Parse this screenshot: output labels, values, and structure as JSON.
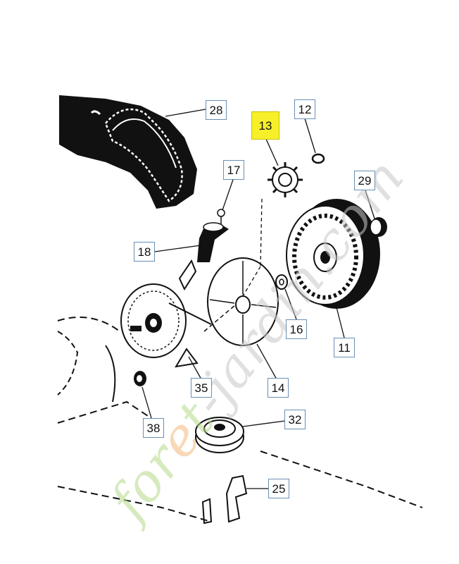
{
  "watermark": {
    "text_green_1": "for",
    "text_orange": "e",
    "text_green_2": "t",
    "text_gray": "-jardin.com",
    "colors": {
      "green": "#b6d98a",
      "orange": "#f3b97e",
      "gray": "#c7c7c7"
    }
  },
  "callouts": {
    "c28": "28",
    "c13": "13",
    "c12": "12",
    "c17": "17",
    "c29": "29",
    "c18": "18",
    "c16": "16",
    "c11": "11",
    "c35": "35",
    "c14": "14",
    "c38": "38",
    "c32": "32",
    "c25": "25"
  },
  "highlight_color": "#f6ef2a"
}
